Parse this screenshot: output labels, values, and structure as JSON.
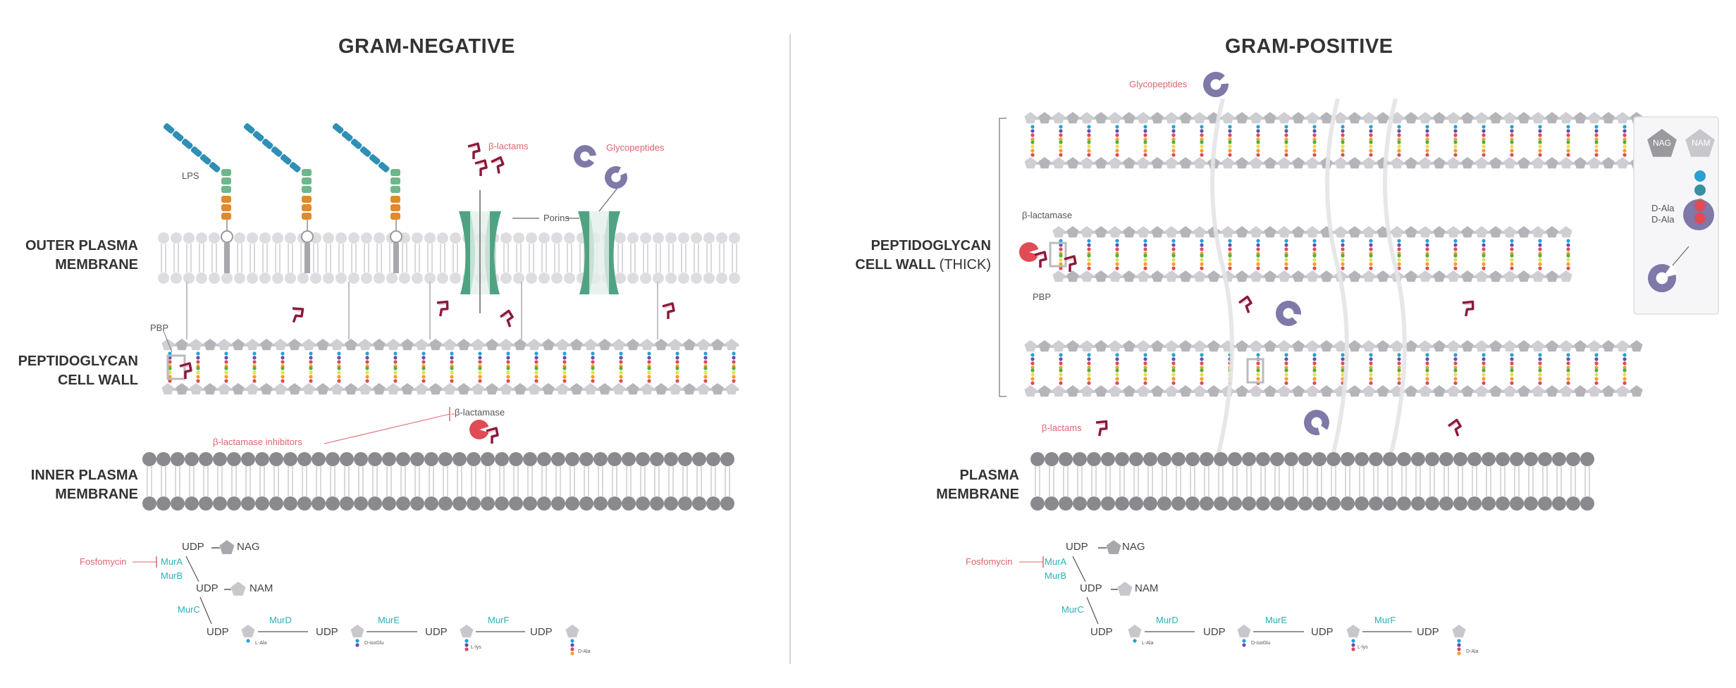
{
  "colors": {
    "head": "#c8c8cc",
    "head_dark": "#8a8a8e",
    "tail": "#d9d9dd",
    "pg_sugar": "#b5b5b9",
    "pg_sugar_dark": "#8a8a8e",
    "porin": "#4fa383",
    "glyco": "#7e79a8",
    "blactam": "#8a1b3a",
    "blactamase": "#e04b55",
    "lps_blue": "#2f8fb5",
    "lps_green": "#6db88a",
    "lps_orange": "#e08a2c",
    "peptide": [
      "#e04b55",
      "#f0a030",
      "#eedd44",
      "#4caf50",
      "#2a9fd0",
      "#6050b0"
    ],
    "mur_teal": "#2ab1b5",
    "red_text": "#e06470"
  },
  "gram_negative": {
    "title": "GRAM-NEGATIVE",
    "outer_membrane_label": [
      "OUTER PLASMA",
      "MEMBRANE"
    ],
    "peptidoglycan_label": [
      "PEPTIDOGLYCAN",
      "CELL WALL"
    ],
    "inner_membrane_label": [
      "INNER PLASMA",
      "MEMBRANE"
    ],
    "lps": "LPS",
    "b_lactams": "β-lactams",
    "glycopeptides": "Glycopeptides",
    "porins": "Porins",
    "pbp": "PBP",
    "b_lactamase": "β-lactamase",
    "b_lactamase_inhibitors": "β-lactamase inhibitors"
  },
  "gram_positive": {
    "title": "GRAM-POSITIVE",
    "peptidoglycan_label": [
      "PEPTIDOGLYCAN",
      "CELL WALL"
    ],
    "thick": "(THICK)",
    "plasma_membrane_label": [
      "PLASMA",
      "MEMBRANE"
    ],
    "glycopeptides": "Glycopeptides",
    "b_lactamase": "β-lactamase",
    "pbp": "PBP",
    "b_lactams": "β-lactams",
    "legend": {
      "nag": "NAG",
      "nam": "NAM",
      "d_ala_1": "D-Ala",
      "d_ala_2": "D-Ala"
    }
  },
  "pathway": {
    "fosfomycin": "Fosfomycin",
    "mur_a": "MurA",
    "mur_b": "MurB",
    "mur_c": "MurC",
    "mur_d": "MurD",
    "mur_e": "MurE",
    "mur_f": "MurF",
    "udp": "UDP",
    "nag": "NAG",
    "nam": "NAM",
    "l_ala": "L-Ala",
    "d_glu": "D-isoGlu",
    "l_lys": "L-lys",
    "d_ala": "D-Ala"
  }
}
